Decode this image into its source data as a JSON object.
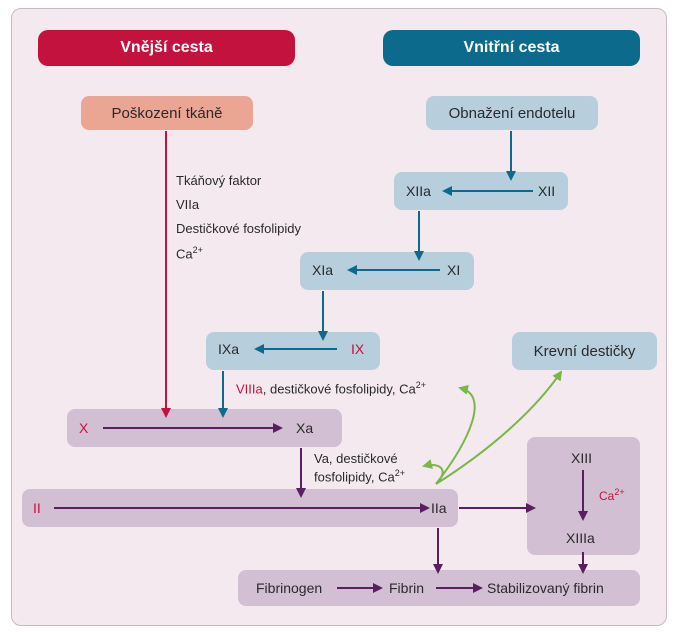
{
  "headers": {
    "extrinsic": "Vnější cesta",
    "intrinsic": "Vnitřní cesta"
  },
  "nodes": {
    "tissue_damage": "Poškození tkáně",
    "endothelium": "Obnažení endotelu",
    "xii": "XII",
    "xiia": "XIIa",
    "xi": "XI",
    "xia": "XIa",
    "ix": "IX",
    "ixa": "IXa",
    "platelets": "Krevní destičky",
    "x": "X",
    "xa": "Xa",
    "ii": "II",
    "iia": "IIa",
    "xiii": "XIII",
    "xiiia": "XIIIa",
    "fibrinogen": "Fibrinogen",
    "fibrin": "Fibrin",
    "stable_fibrin": "Stabilizovaný fibrin"
  },
  "labels": {
    "tissue_factor": "Tkáňový faktor",
    "viia": "VIIa",
    "platelet_phospholipids": "Destičkové fosfolipidy",
    "ca": "Ca",
    "ca_charge": "2+",
    "viiia": "VIIIa",
    "viiia_rest": ", destičkové fosfolipidy, Ca",
    "va_line1": "Va, destičkové",
    "va_line2": "fosfolipidy, Ca"
  },
  "colors": {
    "red": "#c4123e",
    "blue": "#0c6a8c",
    "purple": "#5a1f5e",
    "green": "#7ab648",
    "panel": "#f3e9ef"
  }
}
